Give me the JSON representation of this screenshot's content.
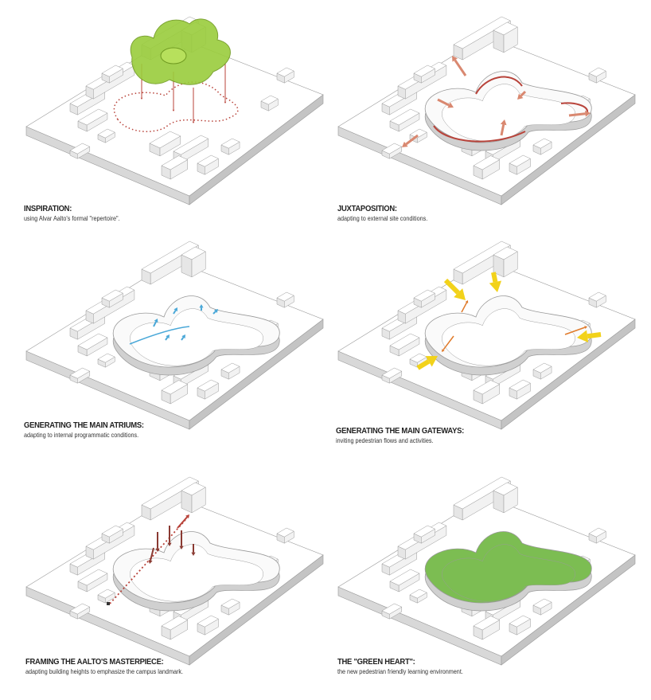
{
  "colors": {
    "plate": "#ffffff",
    "plate_side": "#d8d8d8",
    "stroke": "#9a9a9a",
    "green": "#9acd3c",
    "green_fill": "#7cbd52",
    "red": "#b8433a",
    "salmon": "#d98870",
    "blue": "#4aa8d8",
    "yellow": "#f2d21a",
    "orange": "#e07a2a"
  },
  "panels": [
    {
      "kind": "inspiration",
      "title": "INSPIRATION:",
      "subtitle": "using Alvar Aalto's formal \"repertoire\"."
    },
    {
      "kind": "juxtaposition",
      "title": "JUXTAPOSITION:",
      "subtitle": "adapting to external site conditions."
    },
    {
      "kind": "atriums",
      "title": "GENERATING THE MAIN ATRIUMS:",
      "subtitle": "adapting to internal programmatic conditions."
    },
    {
      "kind": "gateways",
      "title": "GENERATING THE MAIN GATEWAYS:",
      "subtitle": "inviting pedestrian flows and activities."
    },
    {
      "kind": "framing",
      "title": "FRAMING THE AALTO'S MASTERPIECE:",
      "subtitle": "adapting building heights to emphasize the campus landmark."
    },
    {
      "kind": "green",
      "title": "THE \"GREEN HEART\":",
      "subtitle": "the new pedestrian friendly learning environment."
    }
  ]
}
